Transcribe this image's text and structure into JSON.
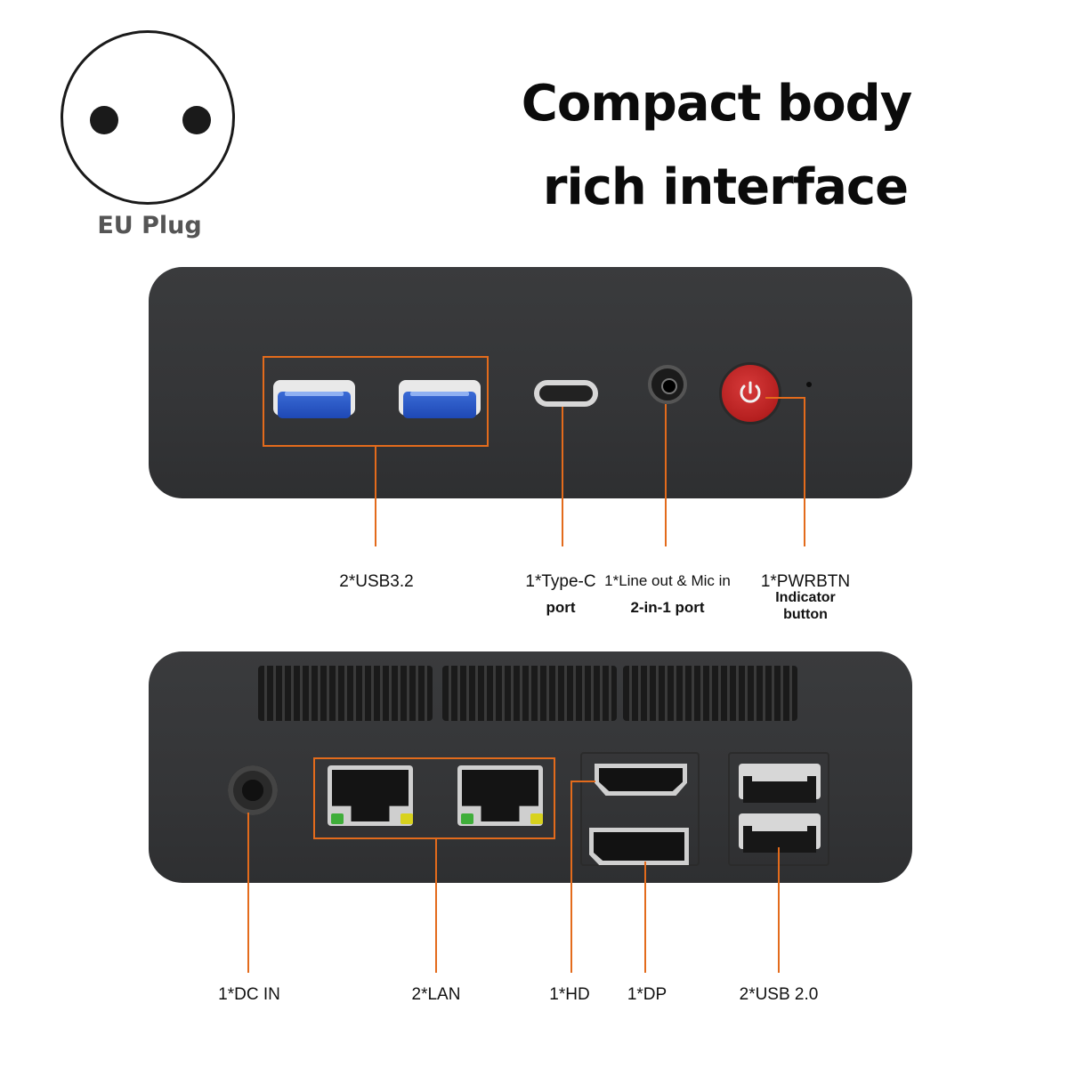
{
  "plug": {
    "label": "EU Plug"
  },
  "headline": {
    "line1": "Compact body",
    "line2": "rich interface"
  },
  "front_labels": {
    "usb32": "2*USB3.2",
    "typec_line1": "1*Type-C",
    "typec_line2": "port",
    "audio_line1": "1*Line out & Mic in",
    "audio_line2": "2-in-1 port",
    "power_line1": "1*PWRBTN",
    "power_line2": "Indicator",
    "power_line3": "button"
  },
  "rear_labels": {
    "dc": "1*DC IN",
    "lan": "2*LAN",
    "hd": "1*HD",
    "dp": "1*DP",
    "usb20": "2*USB 2.0"
  },
  "colors": {
    "accent": "#e36b1c",
    "device": "#353638",
    "usb3_blue": "#2452c2",
    "power_red": "#c62828",
    "led_green": "#3fae3a",
    "led_yellow": "#d8d21e"
  }
}
